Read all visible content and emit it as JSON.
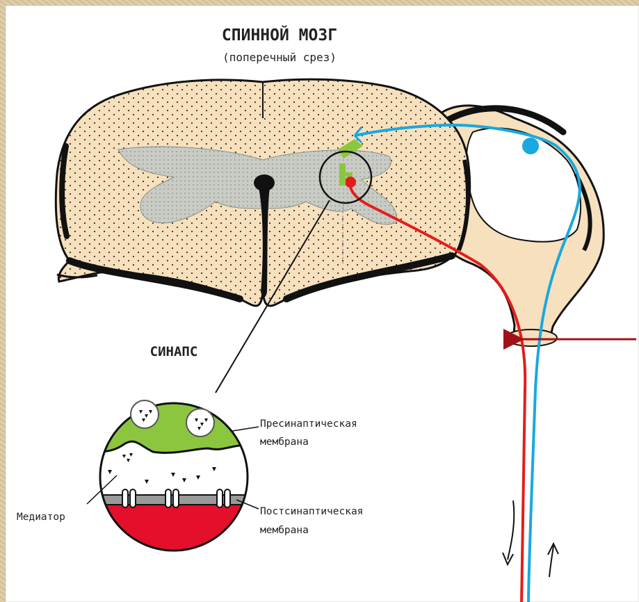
{
  "title": "СПИННОЙ МОЗГ",
  "subtitle": "(поперечный срез)",
  "synapse_title": "СИНАПС",
  "labels": {
    "presynaptic_1": "Пресинаптическая",
    "presynaptic_2": "мембрана",
    "mediator": "Медиатор",
    "postsynaptic_1": "Постсинаптическая",
    "postsynaptic_2": "мембрана"
  },
  "colors": {
    "sensory_neuron": "#19a8e0",
    "motor_neuron": "#e31d1d",
    "presynaptic": "#8cc63f",
    "postsynaptic": "#e30f2b",
    "tissue": "#f6e0bd",
    "gray_matter": "#c8ccc4",
    "pointer_arrow": "#a3101a"
  }
}
